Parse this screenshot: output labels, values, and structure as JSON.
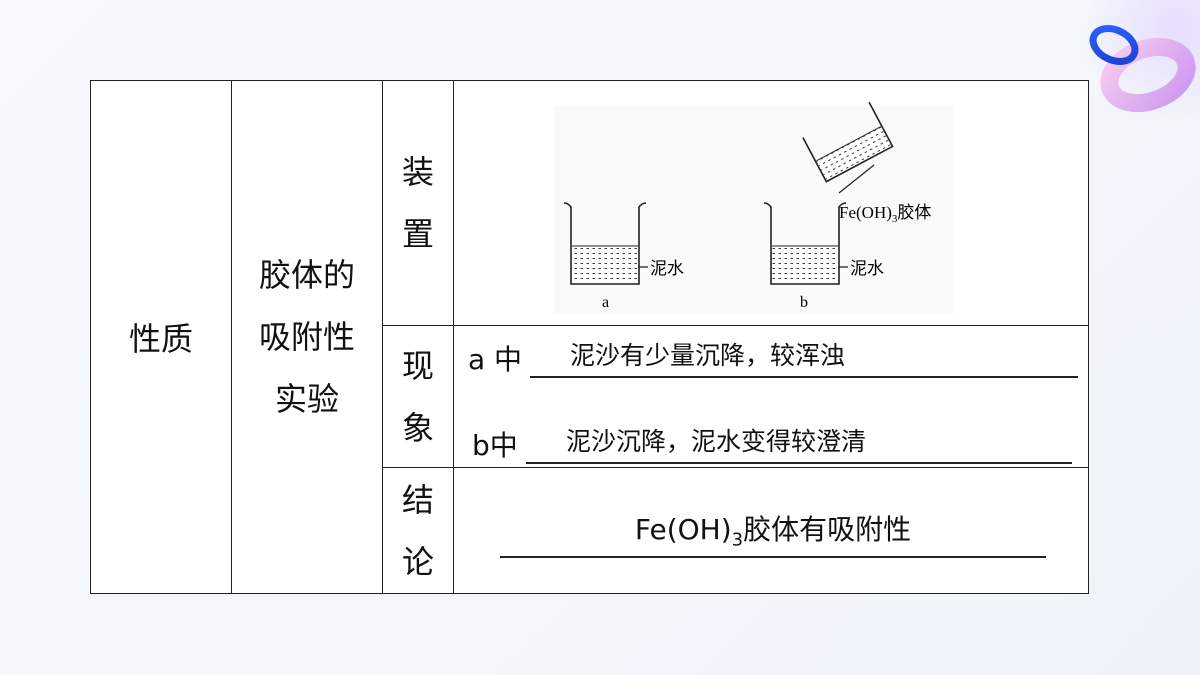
{
  "table": {
    "property": "性质",
    "experiment": "胶体的吸附性实验",
    "experiment_lines": [
      "胶体的",
      "吸附性",
      "实验"
    ],
    "apparatus_label": [
      "装",
      "置"
    ],
    "phenomenon_label": [
      "现",
      "象"
    ],
    "conclusion_label": [
      "结",
      "论"
    ]
  },
  "apparatus": {
    "beaker_a_liquid": "泥水",
    "beaker_a_letter": "a",
    "beaker_b_liquid": "泥水",
    "beaker_b_letter": "b",
    "colloid_label_prefix": "Fe(OH)",
    "colloid_label_sub": "3",
    "colloid_label_suffix": "胶体"
  },
  "phenomenon": {
    "a_prefix": "a 中",
    "a_answer": "泥沙有少量沉降，较浑浊",
    "b_prefix": "b中",
    "b_answer": "泥沙沉降，泥水变得较澄清"
  },
  "conclusion": {
    "prefix": "Fe(OH)",
    "sub": "3",
    "suffix": "胶体有吸附性"
  }
}
